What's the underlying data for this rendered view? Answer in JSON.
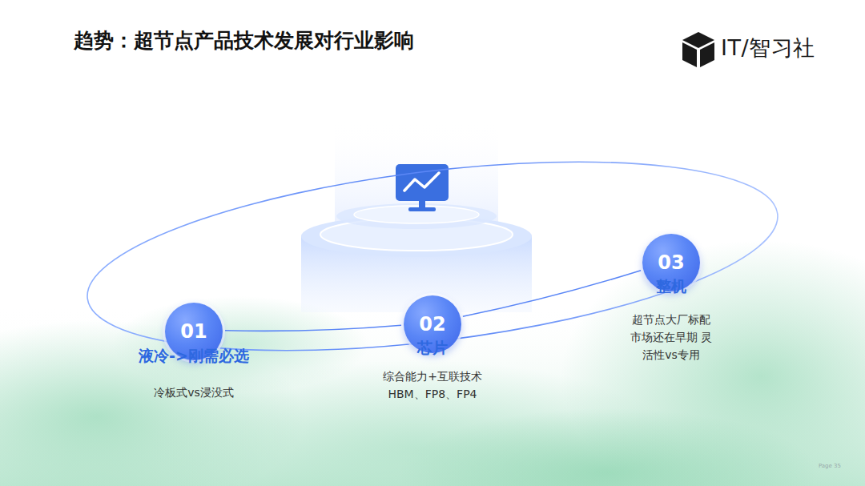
{
  "diagram": {
    "title": "趋势：超节点产品技术发展对行业影响",
    "nodes": [
      {
        "text": [
          "01",
          "液冷->刚需必选",
          "冷板式vs浸没式"
        ]
      },
      {
        "text": [
          "02",
          "芯片",
          "综合能力+互联技术 HBM、FP8、FP4"
        ]
      },
      {
        "text": [
          "03",
          "整机",
          "超节点大厂标配 市场还在早期 灵活性vs专用"
        ]
      }
    ],
    "edges": [
      {
        "from": 0,
        "to": 1,
        "arrow": "none"
      },
      {
        "from": 1,
        "to": 2,
        "arrow": "none"
      }
    ],
    "labels": [
      "IT/智习社",
      "Page 35"
    ]
  }
}
